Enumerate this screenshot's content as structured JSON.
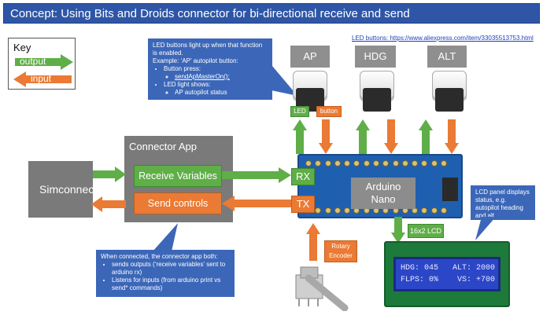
{
  "title": "Concept: Using Bits and Droids connector  for bi-directional receive and send",
  "link": "LED buttons: https://www.aliexpress.com/item/33035513753.html",
  "key": {
    "title": "Key",
    "output": "output",
    "input": "input"
  },
  "simconnect": "Simconnect",
  "connector_app": {
    "title": "Connector App",
    "receive": "Receive Variables",
    "send": "Send controls"
  },
  "led_callout": {
    "line1": "LED buttons light up when that function is enabled.",
    "line2": "Example: ‘AP’ autopilot button:",
    "b1": "Button press:",
    "b1a": "sendApMasterOn();",
    "b2": "LED light shows:",
    "b2a": "AP autopilot status"
  },
  "functions": [
    "AP",
    "HDG",
    "ALT"
  ],
  "led_label": "LED",
  "button_label": "button",
  "rx": "RX",
  "tx": "TX",
  "arduino": {
    "line1": "Arduino",
    "line2": "Nano"
  },
  "rotary": {
    "line1": "Rotary",
    "line2": "Encoder"
  },
  "lcd_label": "16x2 LCD",
  "lcd_callout": "LCD panel displays status, e.g. autopilot heading and alt",
  "lcd": {
    "row1": "HDG: 045   ALT: 2000",
    "row2": "FLPS: 0%    VS: +700"
  },
  "connect_callout": {
    "line1": "When connected, the connector app both:",
    "b1": "sends outputs (‘receive variables’ sent to arduino rx)",
    "b2": "Listens for inputs (from arduino print vs send* commands)"
  },
  "colors": {
    "title": "#2f56a6",
    "output": "#5fae48",
    "input": "#ea7a34",
    "callout": "#3c67b8",
    "box": "#7a7a7a"
  }
}
